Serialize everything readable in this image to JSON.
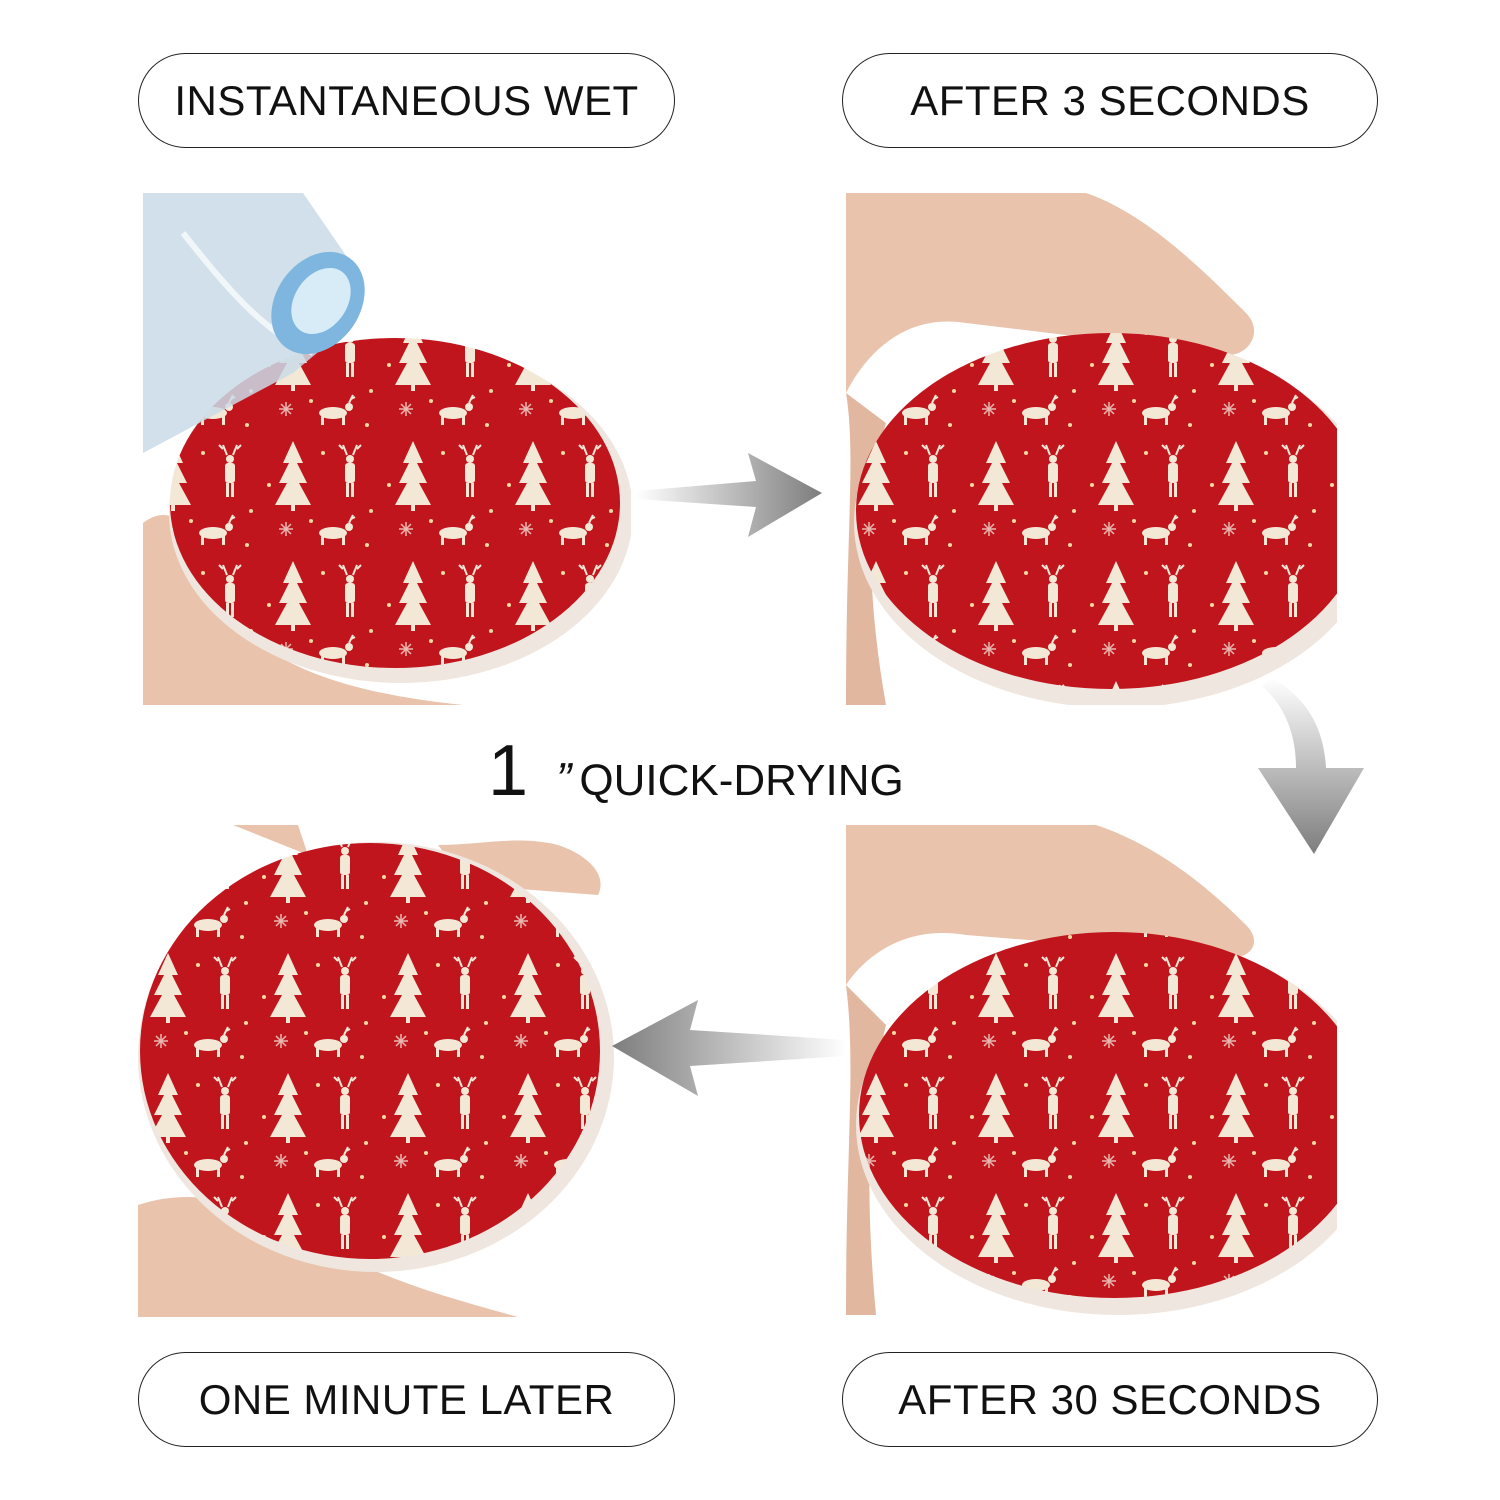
{
  "labels": {
    "top_left": "INSTANTANEOUS WET",
    "top_right": "AFTER 3 SECONDS",
    "bottom_left": "ONE MINUTE LATER",
    "bottom_right": "AFTER 30 SECONDS"
  },
  "center": {
    "number": "1",
    "mark": "”",
    "text": "QUICK-DRYING"
  },
  "colors": {
    "coaster_red": "#c0151d",
    "pattern_cream": "#f3e7d6",
    "skin": "#e9c3ac",
    "arrow_gray": "#8a8a8a"
  },
  "icons": [
    "bottle-icon",
    "deer-icon",
    "tree-icon",
    "snowflake-icon",
    "arrow-icon"
  ]
}
